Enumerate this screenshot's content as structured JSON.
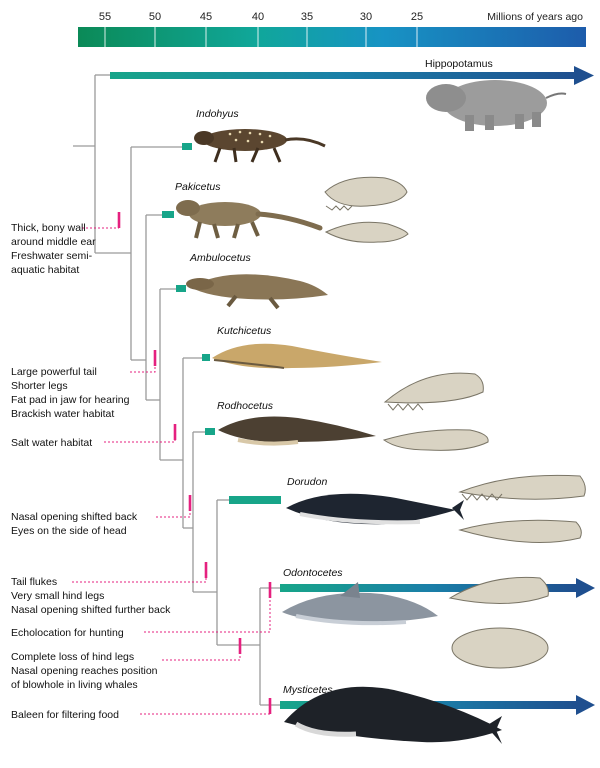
{
  "time_axis": {
    "title": "Millions of years ago",
    "ticks": [
      "55",
      "50",
      "45",
      "40",
      "35",
      "30",
      "25"
    ],
    "colors": {
      "start": "#0a8a5a",
      "end": "#1d5aa8"
    }
  },
  "taxa": {
    "hippopotamus": "Hippopotamus",
    "indohyus": "Indohyus",
    "pakicetus": "Pakicetus",
    "ambulocetus": "Ambulocetus",
    "kutchicetus": "Kutchicetus",
    "rodhocetus": "Rodhocetus",
    "dorudon": "Dorudon",
    "odontocetes": "Odontocetes",
    "mysticetes": "Mysticetes"
  },
  "traits": {
    "ear": [
      "Thick, bony wall",
      "around middle ear",
      "Freshwater semi-",
      "aquatic habitat"
    ],
    "tail": [
      "Large powerful tail",
      "Shorter legs",
      "Fat pad in jaw for hearing",
      "Brackish water habitat"
    ],
    "salt": [
      "Salt water habitat"
    ],
    "nasal": [
      "Nasal opening shifted back",
      "Eyes on the side of head"
    ],
    "flukes": [
      "Tail flukes",
      "Very small hind legs",
      "Nasal opening shifted further back"
    ],
    "echo": [
      "Echolocation for hunting"
    ],
    "hindlegs": [
      "Complete loss of hind legs",
      "Nasal opening reaches position",
      "of blowhole in living whales"
    ],
    "baleen": [
      "Baleen for filtering food"
    ]
  },
  "colors": {
    "branch": "#9a9a9a",
    "marker": "#e5207f",
    "teal": "#17a589",
    "navy": "#1f4f8f",
    "skull": "#d9d3c3",
    "animal": "#8a7a60"
  }
}
